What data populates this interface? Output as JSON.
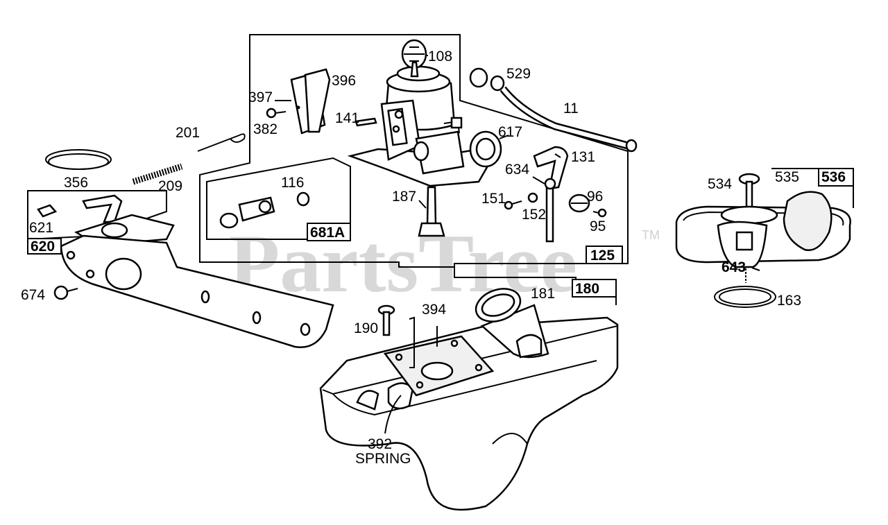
{
  "watermark": {
    "text": "PartsTree",
    "trademark": "TM"
  },
  "callouts": {
    "p108": "108",
    "p396": "396",
    "p397": "397",
    "p382": "382",
    "p141": "141",
    "p201": "201",
    "p529": "529",
    "p11": "11",
    "p617": "617",
    "p131": "131",
    "p634": "634",
    "p356": "356",
    "p209": "209",
    "p116": "116",
    "p187": "187",
    "p151": "151",
    "p152": "152",
    "p96": "96",
    "p95": "95",
    "p681a": "681A",
    "p125": "125",
    "p621": "621",
    "p620": "620",
    "p674": "674",
    "p534": "534",
    "p535": "535",
    "p536": "536",
    "p643": "643",
    "p163": "163",
    "p181": "181",
    "p180": "180",
    "p394": "394",
    "p190": "190",
    "p392": "392",
    "spring": "SPRING"
  }
}
